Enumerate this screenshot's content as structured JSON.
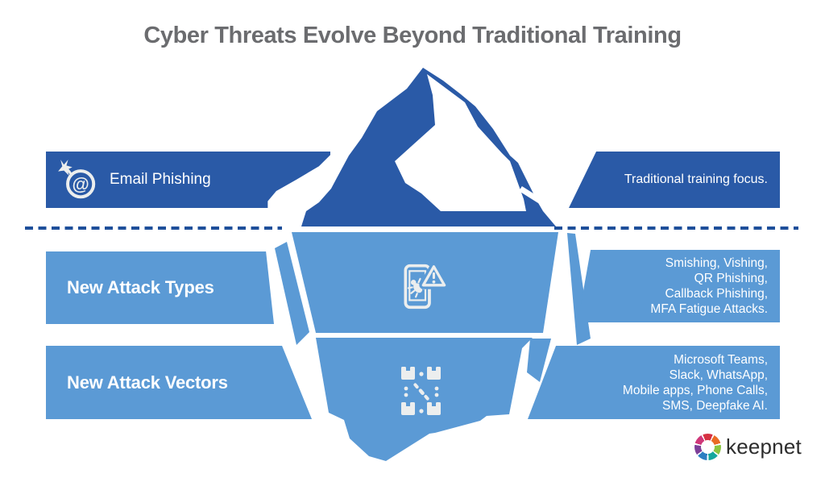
{
  "title": "Cyber Threats Evolve Beyond Traditional Training",
  "colors": {
    "dark_blue": "#2a5aa7",
    "light_blue": "#5b9ad5",
    "waterline": "#1e4f9a",
    "title": "#6b6c6f",
    "icon": "#eceeee",
    "logo_text": "#2d2d2d"
  },
  "surface_row": {
    "label": "Email Phishing",
    "icon": "email-phishing-bomb-icon",
    "note": "Traditional training focus."
  },
  "underwater_rows": [
    {
      "label": "New Attack Types",
      "icon": "mobile-malware-warning-icon",
      "note": "Smishing, Vishing,\nQR Phishing,\nCallback Phishing,\nMFA Fatigue Attacks."
    },
    {
      "label": "New Attack Vectors",
      "icon": "botnet-network-icon",
      "note": "Microsoft Teams,\nSlack, WhatsApp,\nMobile apps, Phone Calls,\nSMS, Deepfake AI."
    }
  ],
  "logo": {
    "text": "keepnet"
  }
}
